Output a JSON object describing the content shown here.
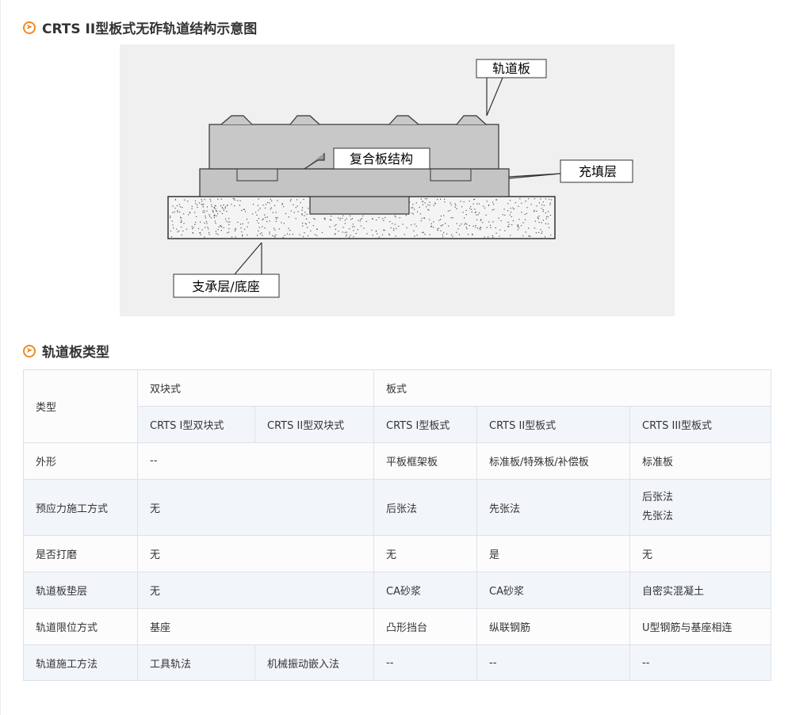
{
  "section1": {
    "title": "CRTS II型板式无砟轨道结构示意图",
    "icon": "chevron-circle-icon"
  },
  "diagram": {
    "labels": {
      "track_slab": "轨道板",
      "composite": "复合板结构",
      "filling": "充填层",
      "support": "支承层/底座"
    }
  },
  "section2": {
    "title": "轨道板类型",
    "icon": "chevron-circle-icon"
  },
  "table": {
    "type_label": "类型",
    "group1": "双块式",
    "group2": "板式",
    "subtypes": [
      "CRTS I型双块式",
      "CRTS II型双块式",
      "CRTS I型板式",
      "CRTS II型板式",
      "CRTS III型板式"
    ],
    "rows": [
      {
        "label": "外形",
        "shuangkuai": "--",
        "c1": "平板框架板",
        "c2": "标准板/特殊板/补偿板",
        "c3": "标准板"
      },
      {
        "label": "预应力施工方式",
        "shuangkuai": "无",
        "c1": "后张法",
        "c2": "先张法",
        "c3": "后张法",
        "c3b": "先张法"
      },
      {
        "label": "是否打磨",
        "shuangkuai": "无",
        "c1": "无",
        "c2": "是",
        "c3": "无"
      },
      {
        "label": "轨道板垫层",
        "shuangkuai": "无",
        "c1": "CA砂浆",
        "c2": "CA砂浆",
        "c3": "自密实混凝土"
      },
      {
        "label": "轨道限位方式",
        "shuangkuai": "基座",
        "c1": "凸形挡台",
        "c2": "纵联钢筋",
        "c3": "U型钢筋与基座相连"
      }
    ],
    "last_row": {
      "label": "轨道施工方法",
      "s1": "工具轨法",
      "s2": "机械振动嵌入法",
      "c1": "--",
      "c2": "--",
      "c3": "--"
    }
  },
  "colors": {
    "accent": "#f08a24",
    "stripe": "#f2f6fa",
    "border": "#dde2e8"
  }
}
